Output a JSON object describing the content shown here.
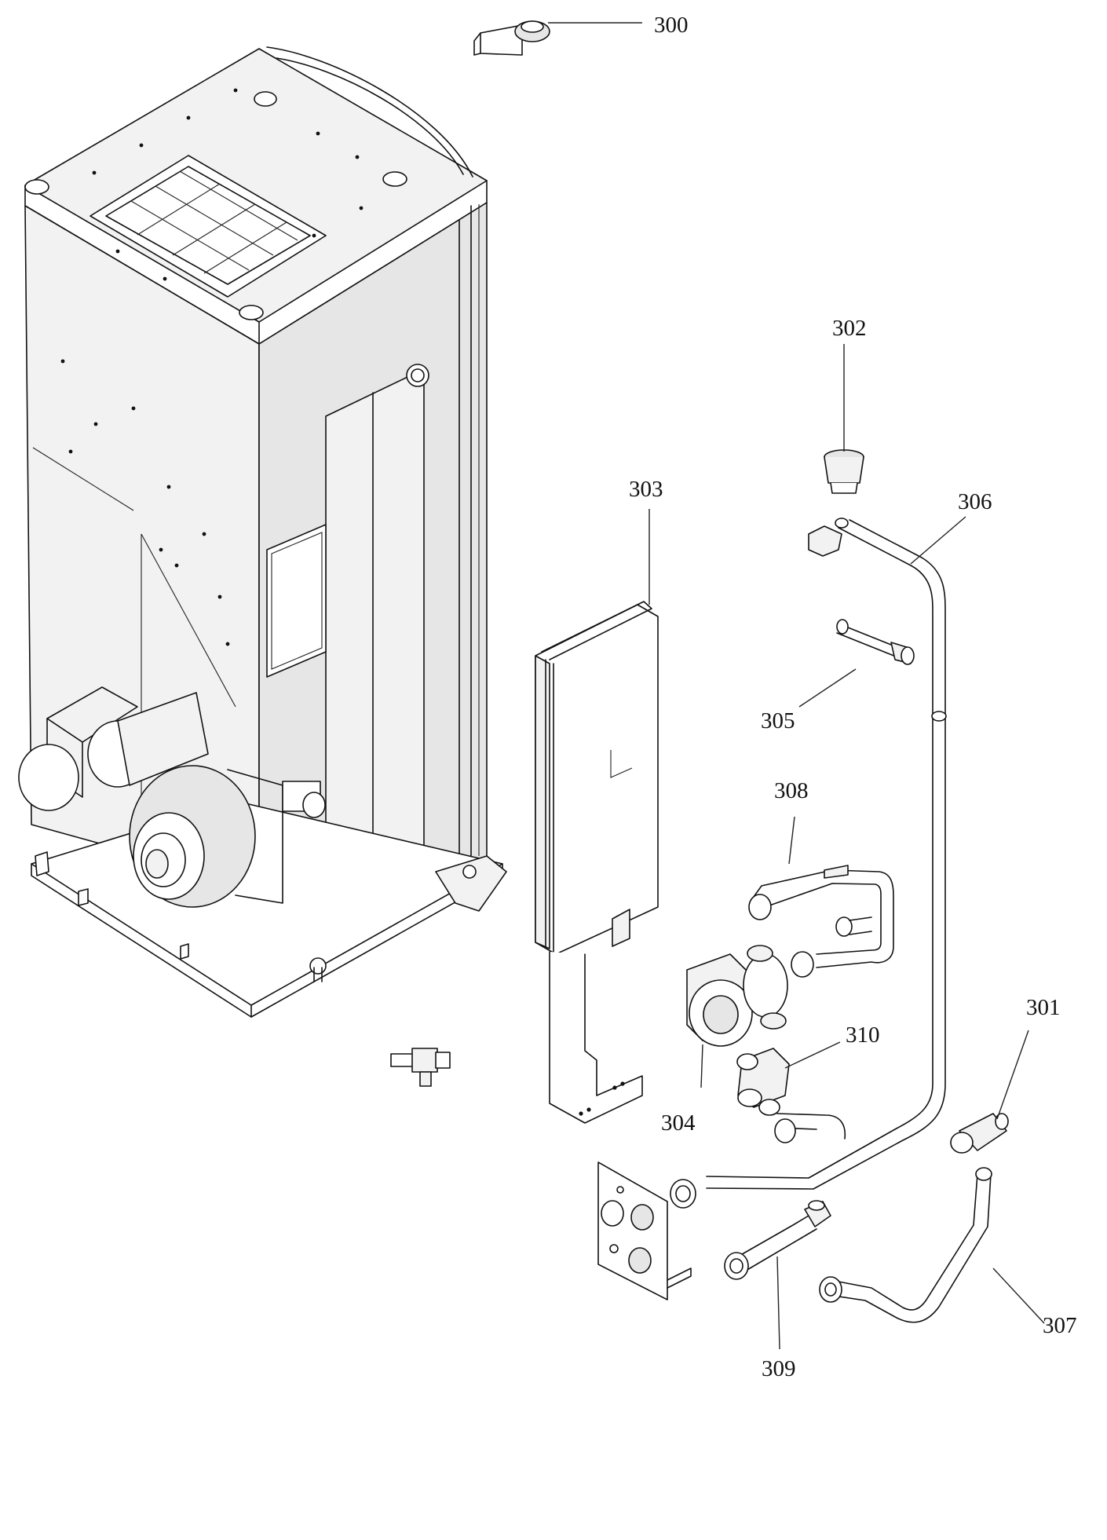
{
  "callouts": {
    "c300": "300",
    "c301": "301",
    "c302": "302",
    "c303": "303",
    "c304": "304",
    "c305": "305",
    "c306": "306",
    "c307": "307",
    "c308": "308",
    "c309": "309",
    "c310": "310"
  }
}
